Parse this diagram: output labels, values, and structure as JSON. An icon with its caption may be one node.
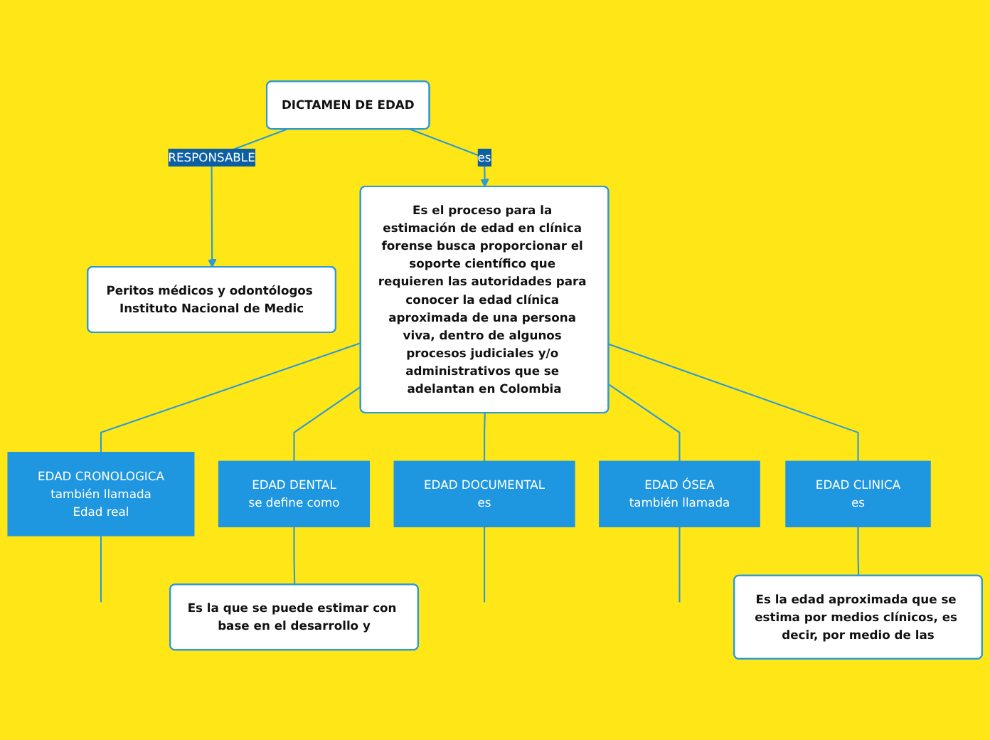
{
  "diagram": {
    "nodes": [
      {
        "text": [
          "DICTAMEN DE EDAD"
        ]
      },
      {
        "text": [
          "Peritos médicos y odontólogos Instituto Nacional de Medic"
        ]
      },
      {
        "text": [
          "Es el proceso para la estimación de edad en clínica forense busca proporcionar el soporte científico que requieren las autoridades para conocer la edad clínica aproximada de una persona viva, dentro de algunos procesos judiciales y/o administrativos que se adelantan en Colombia"
        ]
      },
      {
        "text": [
          "EDAD CRONOLOGICA",
          "también llamada",
          "Edad real"
        ]
      },
      {
        "text": [
          "EDAD DENTAL",
          "se define como"
        ]
      },
      {
        "text": [
          "EDAD DOCUMENTAL",
          "es"
        ]
      },
      {
        "text": [
          "EDAD ÓSEA",
          "también llamada"
        ]
      },
      {
        "text": [
          "EDAD CLINICA",
          "es"
        ]
      },
      {
        "text": [
          "Es la que se puede estimar con base en el desarrollo y"
        ]
      },
      {
        "text": [
          "Es la edad aproximada que se estima por medios clínicos, es decir, por medio de las"
        ]
      }
    ],
    "edges": [
      {
        "from": 0,
        "to": 1,
        "arrow": "to",
        "label": "RESPONSABLE"
      },
      {
        "from": 0,
        "to": 2,
        "arrow": "to",
        "label": "es"
      },
      {
        "from": 2,
        "to": 3,
        "arrow": "none"
      },
      {
        "from": 2,
        "to": 4,
        "arrow": "none"
      },
      {
        "from": 2,
        "to": 5,
        "arrow": "none"
      },
      {
        "from": 2,
        "to": 6,
        "arrow": "none"
      },
      {
        "from": 2,
        "to": 7,
        "arrow": "none"
      },
      {
        "from": 3,
        "to": null,
        "arrow": "none"
      },
      {
        "from": 4,
        "to": 8,
        "arrow": "none"
      },
      {
        "from": 5,
        "to": null,
        "arrow": "none"
      },
      {
        "from": 6,
        "to": null,
        "arrow": "none"
      },
      {
        "from": 7,
        "to": 9,
        "arrow": "none"
      }
    ]
  }
}
